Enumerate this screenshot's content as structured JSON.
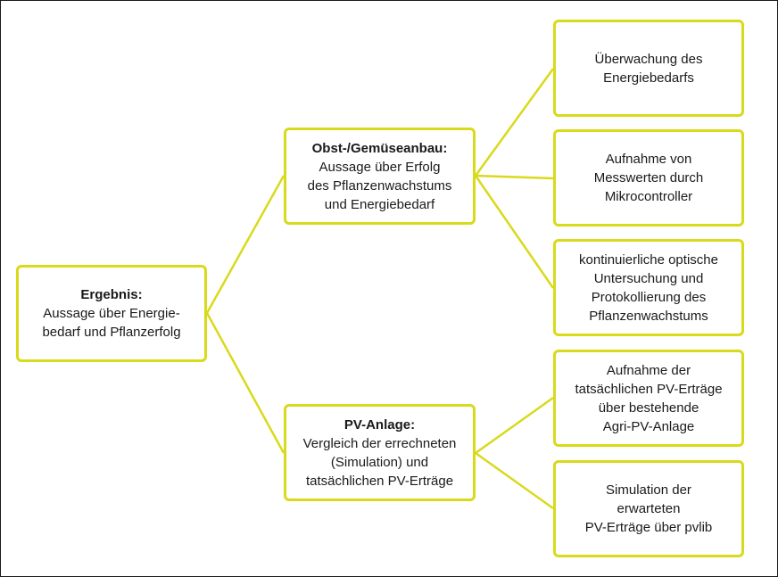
{
  "colors": {
    "box_border": "#d9da1c",
    "line": "#d9da1c",
    "frame": "#1a1a1a"
  },
  "nodes": {
    "root": {
      "title": "Ergebnis:",
      "text": "Aussage über Energie-\nbedarf und Pflanzerfolg"
    },
    "obst": {
      "title": "Obst-/Gemüseanbau:",
      "text": "Aussage über Erfolg\ndes Pflanzenwachstums\nund Energiebedarf"
    },
    "pv": {
      "title": "PV-Anlage:",
      "text": "Vergleich der errechneten\n(Simulation) und\ntatsächlichen PV-Erträge"
    },
    "leaf1": {
      "text": "Überwachung des\nEnergiebedarfs"
    },
    "leaf2": {
      "text": "Aufnahme von\nMesswerten durch\nMikrocontroller"
    },
    "leaf3": {
      "text": "kontinuierliche optische\nUntersuchung und\nProtokollierung des\nPflanzenwachstums"
    },
    "leaf4": {
      "text": "Aufnahme der\ntatsächlichen PV-Erträge\nüber bestehende\nAgri-PV-Anlage"
    },
    "leaf5": {
      "text": "Simulation der\nerwarteten\nPV-Erträge über pvlib"
    }
  }
}
